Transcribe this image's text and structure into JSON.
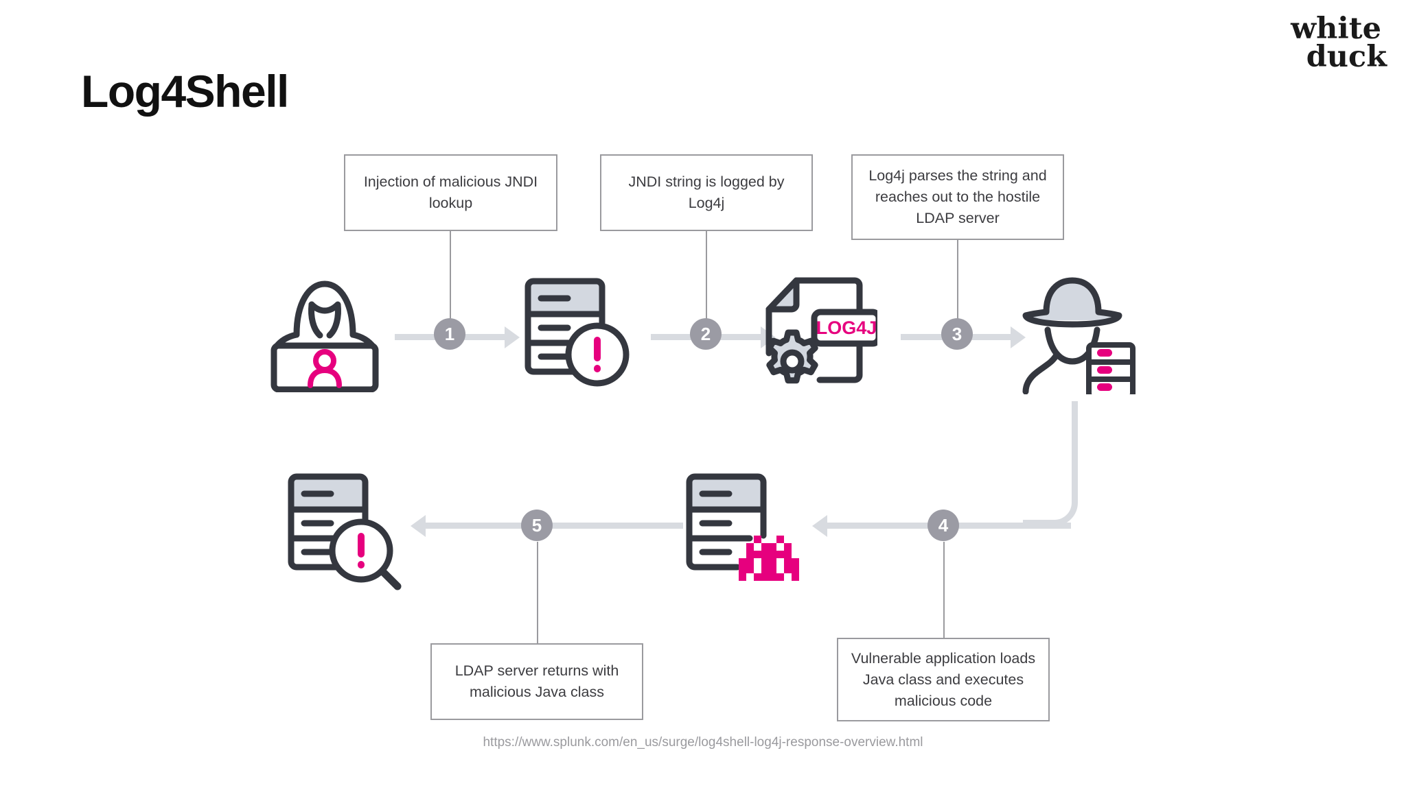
{
  "page": {
    "title": "Log4Shell",
    "background_color": "#ffffff",
    "source_url": "https://www.splunk.com/en_us/surge/log4shell-log4j-response-overview.html"
  },
  "brand": {
    "line1": "white",
    "line2": "duck"
  },
  "colors": {
    "accent_pink": "#e6007e",
    "icon_dark": "#34373f",
    "icon_fill_gray": "#d3d8e0",
    "arrow_gray": "#d8dbe0",
    "step_circle_gray": "#9b9ba4",
    "box_border_gray": "#9a9a9e",
    "text_gray": "#3c3c40",
    "url_gray": "#9a9a9e"
  },
  "diagram": {
    "type": "flow",
    "boxes": [
      {
        "id": "box1",
        "text": "Injection of malicious JNDI lookup"
      },
      {
        "id": "box2",
        "text": "JNDI string is logged by Log4j"
      },
      {
        "id": "box3",
        "text": "Log4j parses the string and reaches out to the hostile LDAP server"
      },
      {
        "id": "box4",
        "text": "LDAP server returns with malicious Java class"
      },
      {
        "id": "box5",
        "text": "Vulnerable application loads Java class and executes malicious code"
      }
    ],
    "steps": [
      {
        "number": "1",
        "direction": "right",
        "label_box": "box1"
      },
      {
        "number": "2",
        "direction": "right",
        "label_box": "box2"
      },
      {
        "number": "3",
        "direction": "right",
        "label_box": "box3"
      },
      {
        "number": "4",
        "direction": "left",
        "label_box": "box5"
      },
      {
        "number": "5",
        "direction": "left",
        "label_box": "box4"
      }
    ],
    "nodes": [
      {
        "id": "attacker-laptop",
        "icon": "hacker-with-laptop-icon",
        "label": ""
      },
      {
        "id": "app-server-alert",
        "icon": "server-alert-icon",
        "label": ""
      },
      {
        "id": "log4j-file",
        "icon": "log4j-file-gear-icon",
        "label": "LOG4J"
      },
      {
        "id": "ldap-attacker",
        "icon": "spy-with-server-rack-icon",
        "label": ""
      },
      {
        "id": "infected-server",
        "icon": "server-space-invader-icon",
        "label": ""
      },
      {
        "id": "inspected-server",
        "icon": "server-magnifier-alert-icon",
        "label": ""
      }
    ],
    "log4j_label": "LOG4J"
  }
}
